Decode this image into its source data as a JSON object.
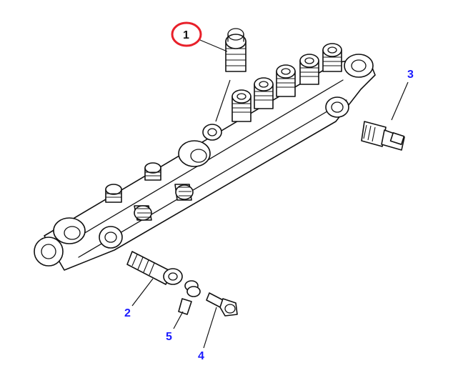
{
  "diagram": {
    "callouts": [
      {
        "id": "1",
        "label": "1",
        "highlighted": true
      },
      {
        "id": "2",
        "label": "2",
        "highlighted": false
      },
      {
        "id": "3",
        "label": "3",
        "highlighted": false
      },
      {
        "id": "4",
        "label": "4",
        "highlighted": false
      },
      {
        "id": "5",
        "label": "5",
        "highlighted": false
      }
    ],
    "colors": {
      "callout_text": "#1a1aff",
      "highlight_ring": "#e8202a",
      "line": "#111111"
    }
  }
}
